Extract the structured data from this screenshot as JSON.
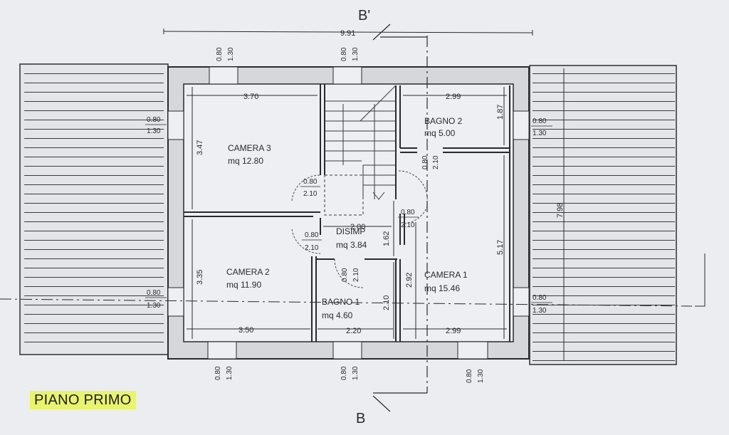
{
  "plan": {
    "floor_label": "PIANO PRIMO",
    "section_top": "B'",
    "section_bottom": "B",
    "overall_width": "9.91",
    "overall_depth": "7.98",
    "rooms": {
      "camera3": {
        "name": "CAMERA 3",
        "area": "mq 12.80"
      },
      "camera2": {
        "name": "CAMERA 2",
        "area": "mq 11.90"
      },
      "camera1": {
        "name": "CAMERA 1",
        "area": "mq 15.46"
      },
      "bagno2": {
        "name": "BAGNO 2",
        "area": "mq 5.00"
      },
      "bagno1": {
        "name": "BAGNO 1",
        "area": "mq 4.60"
      },
      "disimp": {
        "name": "DISIMP",
        "area": "mq 3.84"
      }
    },
    "dimensions": {
      "camera3_width": "3.70",
      "camera3_depth": "3.47",
      "camera2_width": "3.50",
      "camera2_depth": "3.35",
      "bagno2_width": "2.99",
      "bagno2_depth": "1.87",
      "camera1_width": "2.99",
      "camera1_depth": "5.17",
      "bagno1_width": "2.20",
      "bagno1_depth": "2.10",
      "disimp_width": "2.00",
      "disimp_depth": "1.62",
      "corridor_depth": "2.92"
    },
    "openings": {
      "window_width": "0.80",
      "window_height": "1.30",
      "door_width": "0.80",
      "door_height": "2.10"
    }
  }
}
